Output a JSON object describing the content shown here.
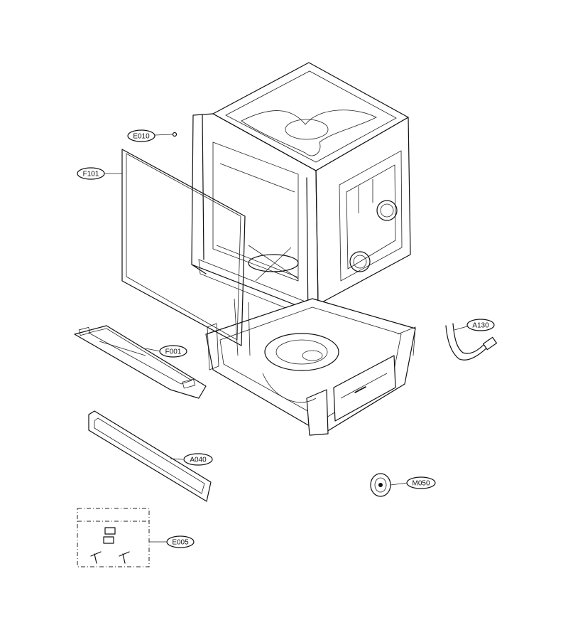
{
  "callouts": [
    {
      "id": "E010",
      "label": "E010"
    },
    {
      "id": "F101",
      "label": "F101"
    },
    {
      "id": "F001",
      "label": "F001"
    },
    {
      "id": "A130",
      "label": "A130"
    },
    {
      "id": "A040",
      "label": "A040"
    },
    {
      "id": "M050",
      "label": "M050"
    },
    {
      "id": "E005",
      "label": "E005"
    }
  ]
}
